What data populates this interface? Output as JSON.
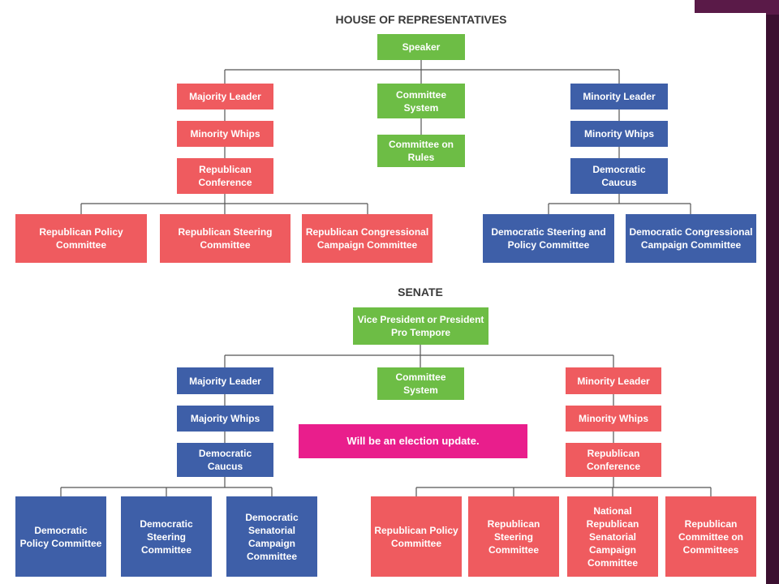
{
  "colors": {
    "green": "#6dbd45",
    "red": "#ef5b5f",
    "blue": "#3e5fa8",
    "magenta": "#e91e8c",
    "frame": "#3b1030"
  },
  "house": {
    "title": "HOUSE OF REPRESENTATIVES",
    "speaker": "Speaker",
    "majority_leader": "Majority Leader",
    "minority_whips_rep": "Minority Whips",
    "republican_conference": "Republican Conference",
    "committee_system": "Committee System",
    "committee_on_rules": "Committee on Rules",
    "minority_leader": "Minority Leader",
    "minority_whips_dem": "Minority Whips",
    "democratic_caucus": "Democratic Caucus",
    "republican_policy_committee": "Republican Policy Committee",
    "republican_steering_committee": "Republican Steering Committee",
    "republican_congressional_campaign_committee": "Republican Congressional Campaign Committee",
    "democratic_steering_policy_committee": "Democratic Steering and Policy Committee",
    "democratic_congressional_campaign_committee": "Democratic Congressional Campaign Committee"
  },
  "senate": {
    "title": "SENATE",
    "vice_president": "Vice President or President Pro Tempore",
    "majority_leader": "Majority Leader",
    "majority_whips": "Majority Whips",
    "democratic_caucus": "Democratic Caucus",
    "committee_system": "Committee System",
    "election_note": "Will be an election update.",
    "minority_leader": "Minority Leader",
    "minority_whips": "Minority Whips",
    "republican_conference": "Republican Conference",
    "democratic_policy_committee": "Democratic Policy Committee",
    "democratic_steering_committee": "Democratic Steering Committee",
    "democratic_senatorial_campaign_committee": "Democratic Senatorial Campaign Committee",
    "republican_policy_committee": "Republican Policy Committee",
    "republican_steering_committee": "Republican Steering Committee",
    "national_republican_senatorial_campaign_committee": "National Republican Senatorial Campaign Committee",
    "republican_committee_on_committees": "Republican Committee on Committees"
  }
}
